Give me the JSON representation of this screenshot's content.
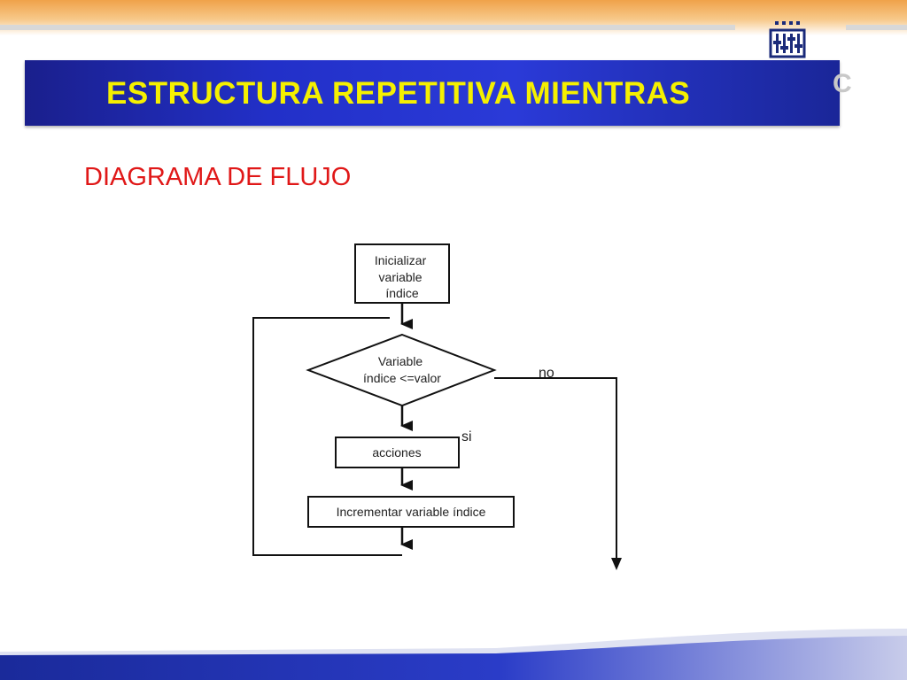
{
  "slide": {
    "title": "ESTRUCTURA REPETITIVA MIENTRAS",
    "subtitle": "DIAGRAMA DE  FLUJO"
  },
  "flowchart": {
    "init": [
      "Inicializar",
      "variable",
      "índice"
    ],
    "condition": [
      "Variable",
      "índice <=valor"
    ],
    "actions": "acciones",
    "increment": "Incrementar variable índice",
    "yes_label": "si",
    "no_label": "no"
  },
  "colors": {
    "title_bg": "#2230c8",
    "title_text": "#f5f000",
    "subtitle_text": "#e01818",
    "accent_orange": "#f0a24a"
  },
  "icons": [
    "logo-icon"
  ]
}
